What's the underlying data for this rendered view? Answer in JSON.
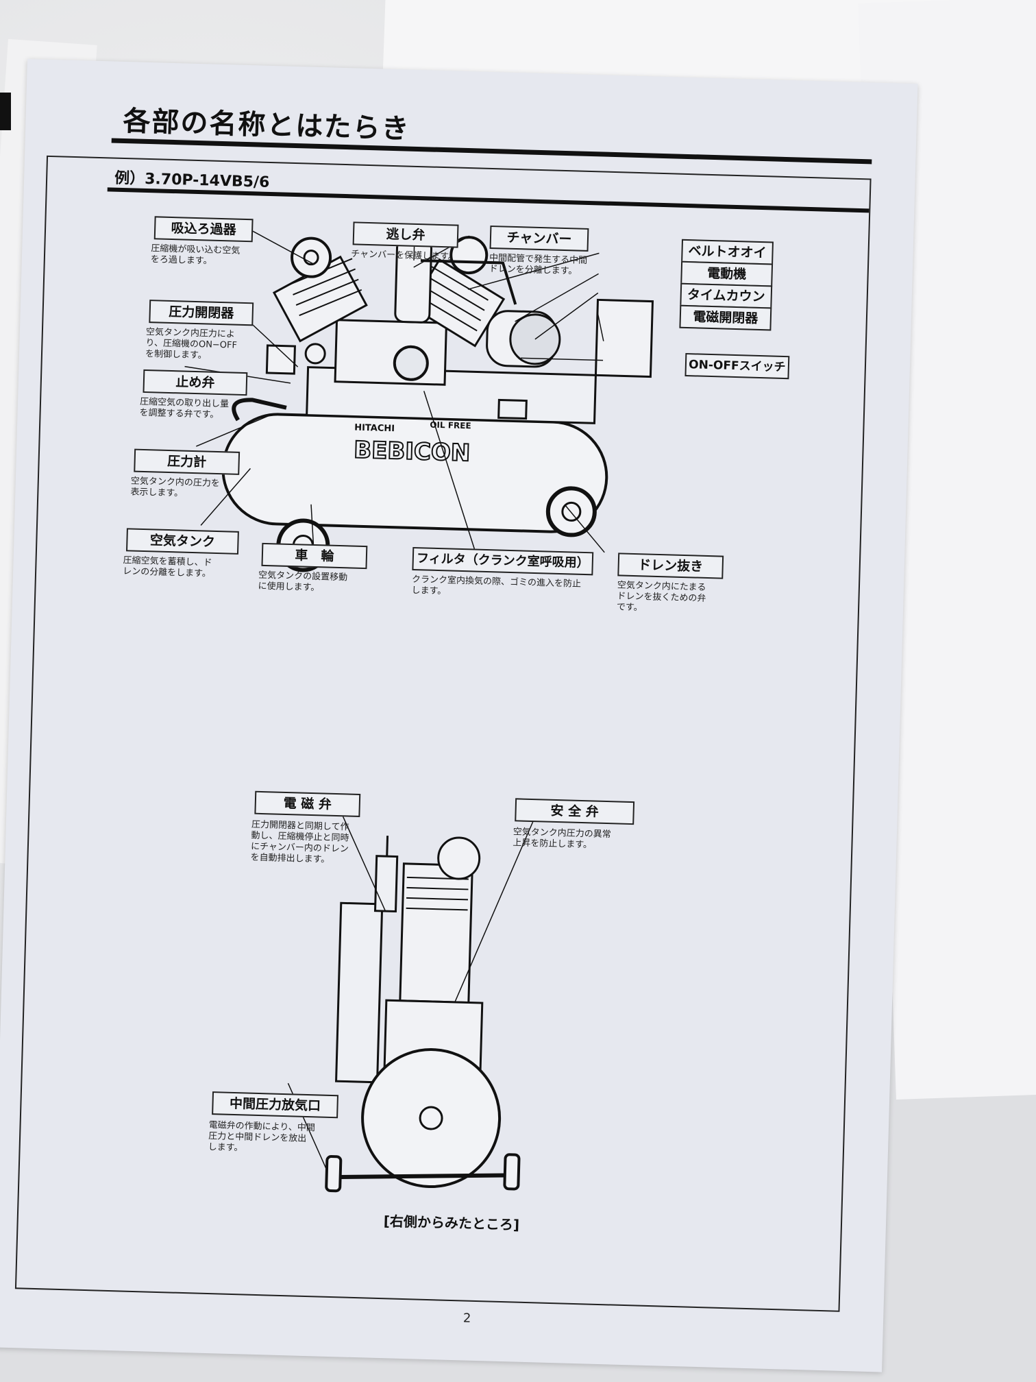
{
  "page": {
    "title": "各部の名称とはたらき",
    "example": "例）3.70P-14VB5/6",
    "caption": "[右側からみたところ]",
    "page_number": "2"
  },
  "parts": [
    {
      "label": "吸込ろ過器",
      "desc": "圧縮機が吸い込む空気\nをろ過します。"
    },
    {
      "label": "逃し弁",
      "desc": "チャンバーを保護します。"
    },
    {
      "label": "チャンバー",
      "desc": "中間配管で発生する中間\nドレンを分離します。"
    },
    {
      "label": "ベルトオオイ",
      "desc": ""
    },
    {
      "label": "電動機",
      "desc": ""
    },
    {
      "label": "タイムカウンタ",
      "desc": ""
    },
    {
      "label": "電磁開閉器",
      "desc": ""
    },
    {
      "label": "ON-OFFスイッチ",
      "desc": ""
    },
    {
      "label": "圧力開閉器",
      "desc": "空気タンク内圧力によ\nり、圧縮機のON−OFF\nを制御します。"
    },
    {
      "label": "止め弁",
      "desc": "圧縮空気の取り出し量\nを調整する弁です。"
    },
    {
      "label": "圧力計",
      "desc": "空気タンク内の圧力を\n表示します。"
    },
    {
      "label": "空気タンク",
      "desc": "圧縮空気を蓄積し、ド\nレンの分離をします。"
    },
    {
      "label": "車　輪",
      "desc": "空気タンクの設置移動\nに使用します。"
    },
    {
      "label": "フィルタ（クランク室呼吸用）",
      "desc": "クランク室内換気の際、ゴミの進入を防止\nします。"
    },
    {
      "label": "ドレン抜き",
      "desc": "空気タンク内にたまる\nドレンを抜くための弁\nです。"
    },
    {
      "label": "電 磁 弁",
      "desc": "圧力開閉器と同期して作\n動し、圧縮機停止と同時\nにチャンバー内のドレン\nを自動排出します。"
    },
    {
      "label": "安 全 弁",
      "desc": "空気タンク内圧力の異常\n上昇を防止します。"
    },
    {
      "label": "中間圧力放気口",
      "desc": "電磁弁の作動により、中間\n圧力と中間ドレンを放出\nします。"
    }
  ],
  "brand": {
    "maker": "HITACHI",
    "line": "OIL FREE",
    "name": "BEBICON"
  }
}
